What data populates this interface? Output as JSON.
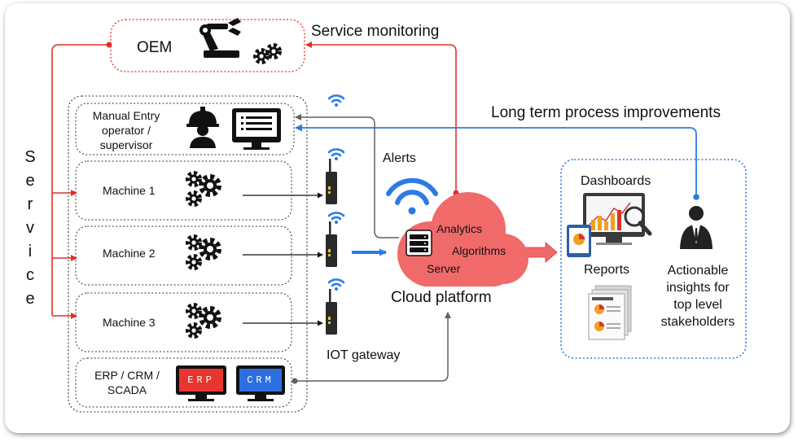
{
  "oem": {
    "label": "OEM"
  },
  "service": {
    "letters": [
      "S",
      "e",
      "r",
      "v",
      "i",
      "c",
      "e"
    ]
  },
  "manual_entry": {
    "line1": "Manual Entry",
    "line2": "operator /",
    "line3": "supervisor"
  },
  "machines": [
    {
      "label": "Machine 1"
    },
    {
      "label": "Machine 2"
    },
    {
      "label": "Machine 3"
    }
  ],
  "erp_box": {
    "line1": "ERP / CRM /",
    "line2": "SCADA",
    "erp_screen": "ERP",
    "crm_screen": "CRM"
  },
  "annotations": {
    "service_monitoring": "Service monitoring",
    "long_term": "Long term process improvements",
    "alerts": "Alerts",
    "iot_gateway": "IOT gateway"
  },
  "cloud": {
    "analytics": "Analytics",
    "algorithms": "Algorithms",
    "server": "Server",
    "platform": "Cloud platform"
  },
  "insights": {
    "dashboards": "Dashboards",
    "reports": "Reports",
    "line1": "Actionable",
    "line2": "insights for",
    "line3": "top level",
    "line4": "stakeholders"
  },
  "colors": {
    "red": "#e0302a",
    "blue": "#2c7be5",
    "gray": "#606060",
    "cloud": "#f06a6a",
    "erp": "#e8352e",
    "crm": "#2d6fe0"
  }
}
